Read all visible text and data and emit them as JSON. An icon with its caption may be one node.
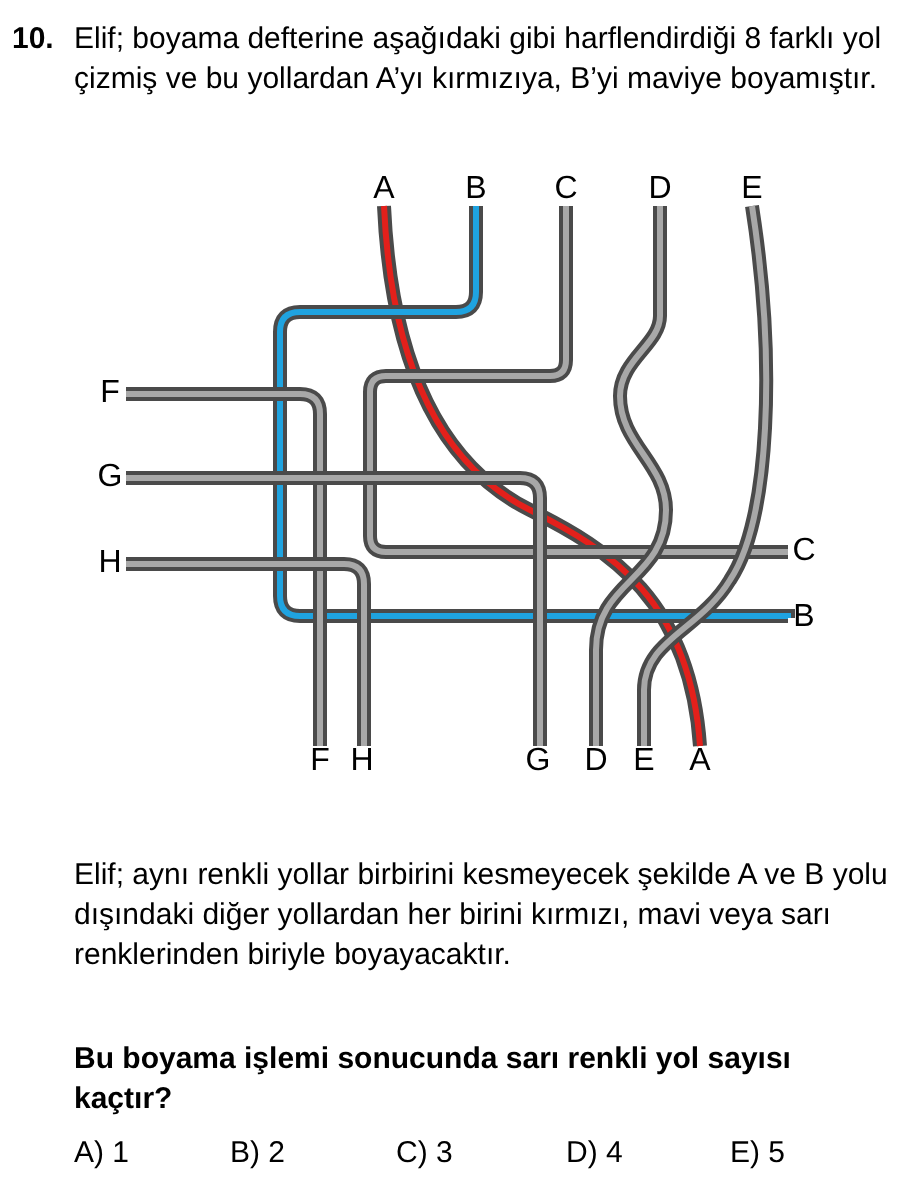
{
  "diagram": {
    "nodes": [
      {
        "text": [
          "A"
        ]
      },
      {
        "text": [
          "B"
        ]
      },
      {
        "text": [
          "C"
        ]
      },
      {
        "text": [
          "D"
        ]
      },
      {
        "text": [
          "E"
        ]
      },
      {
        "text": [
          "F"
        ]
      },
      {
        "text": [
          "G"
        ]
      },
      {
        "text": [
          "H"
        ]
      },
      {
        "text": [
          "C"
        ]
      },
      {
        "text": [
          "B"
        ]
      },
      {
        "text": [
          "F"
        ]
      },
      {
        "text": [
          "H"
        ]
      },
      {
        "text": [
          "G"
        ]
      },
      {
        "text": [
          "D"
        ]
      },
      {
        "text": [
          "E"
        ]
      },
      {
        "text": [
          "A"
        ]
      }
    ],
    "edges": [
      {
        "from": 0,
        "to": 15,
        "arrow": "none",
        "color": "#e3201b"
      },
      {
        "from": 1,
        "to": 9,
        "arrow": "none",
        "color": "#1fa3e0"
      },
      {
        "from": 2,
        "to": 8,
        "arrow": "none"
      },
      {
        "from": 3,
        "to": 13,
        "arrow": "none"
      },
      {
        "from": 4,
        "to": 14,
        "arrow": "none"
      },
      {
        "from": 5,
        "to": 10,
        "arrow": "none"
      },
      {
        "from": 6,
        "to": 12,
        "arrow": "none"
      },
      {
        "from": 7,
        "to": 11,
        "arrow": "none"
      }
    ],
    "labels": [
      "10.",
      "Elif; boyama defterine aşağıdaki gibi harflendirdiği 8 farklı yol çizmiş ve bu yollardan A’yı kırmızıya, B’yi maviye boyamıştır.",
      "Elif; aynı renkli yollar birbirini kesmeyecek şekilde A ve B yolu dışındaki diğer yollardan her birini kırmızı, mavi veya sarı renklerinden biriyle boyayacaktır.",
      "Bu boyama işlemi sonucunda sarı renkli yol sayısı kaçtır?",
      "A) 1",
      "B) 2",
      "C) 3",
      "D) 4",
      "E) 5"
    ]
  }
}
